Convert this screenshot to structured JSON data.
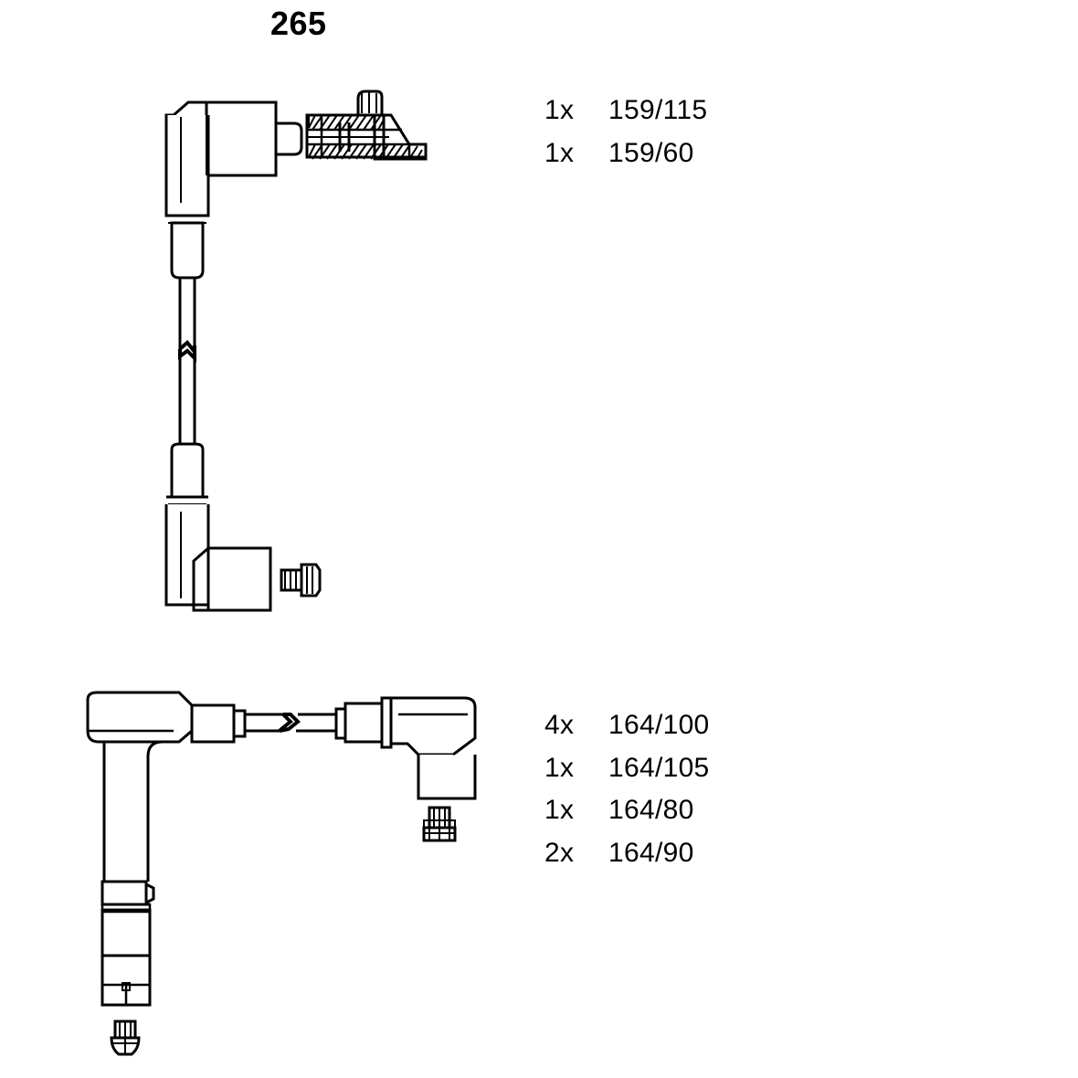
{
  "title": "265",
  "legend_upper": {
    "rows": [
      {
        "qty": "1x",
        "code": "159/115"
      },
      {
        "qty": "1x",
        "code": "159/60"
      }
    ]
  },
  "legend_lower": {
    "rows": [
      {
        "qty": "4x",
        "code": "164/100"
      },
      {
        "qty": "1x",
        "code": "164/105"
      },
      {
        "qty": "1x",
        "code": "164/80"
      },
      {
        "qty": "2x",
        "code": "164/90"
      }
    ]
  },
  "diagram": {
    "line_color": "#000000",
    "fill_color": "#ffffff",
    "background": "#ffffff",
    "upper_assembly": {
      "name": "ignition-cable-upper",
      "parts": [
        "right-angle-plug-boot-top",
        "cable-with-break-mark",
        "right-angle-plug-boot-bottom",
        "sectioned-coil-connector",
        "terminal-pin-small"
      ]
    },
    "lower_assembly": {
      "name": "ignition-cable-lower",
      "parts": [
        "elbow-boot-left",
        "horizontal-cable-with-break-mark",
        "right-angle-boot-right-down",
        "terminal-pin-right",
        "straight-boot-bottom-left",
        "terminal-pin-bottom"
      ]
    }
  }
}
